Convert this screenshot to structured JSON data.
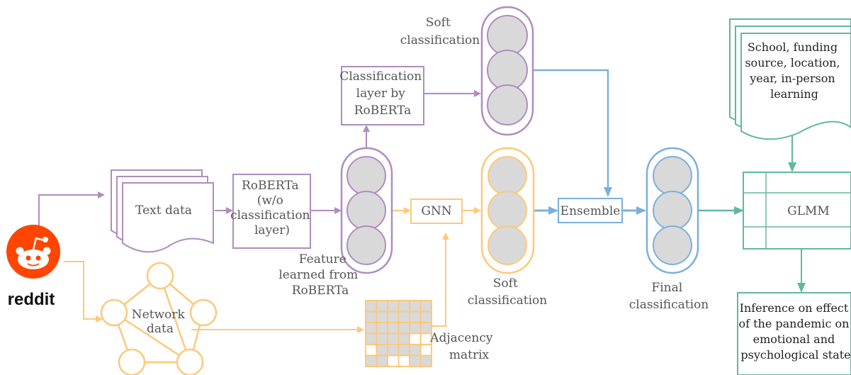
{
  "colors": {
    "purple": "#b08cc0",
    "yellow": "#fcc97a",
    "blue": "#7ab0dd",
    "teal": "#62b7a2",
    "node_fill": "#d9d9d9",
    "reddit": "#ff4500"
  },
  "reddit": {
    "wordmark": "reddit"
  },
  "text_data": {
    "label": "Text data"
  },
  "network_data": {
    "line1": "Network",
    "line2": "data"
  },
  "roberta": {
    "line1": "RoBERTa",
    "line2": "(w/o",
    "line3": "classification",
    "line4": "layer)"
  },
  "feature": {
    "line1": "Feature",
    "line2": "learned from",
    "line3": "RoBERTa"
  },
  "classification_layer": {
    "line1": "Classification",
    "line2": "layer by",
    "line3": "RoBERTa"
  },
  "soft_top": {
    "line1": "Soft",
    "line2": "classification"
  },
  "gnn": {
    "label": "GNN"
  },
  "soft_mid": {
    "line1": "Soft",
    "line2": "classification"
  },
  "adjacency": {
    "line1": "Adjacency",
    "line2": "matrix"
  },
  "ensemble": {
    "label": "Ensemble"
  },
  "final": {
    "line1": "Final",
    "line2": "classification"
  },
  "covariates": {
    "line1": "School, funding",
    "line2": "source, location,",
    "line3": "year, in-person",
    "line4": "learning"
  },
  "glmm": {
    "label": "GLMM"
  },
  "inference": {
    "line1": "Inference on effect",
    "line2": "of the pandemic on",
    "line3": "emotional and",
    "line4": "psychological state"
  }
}
